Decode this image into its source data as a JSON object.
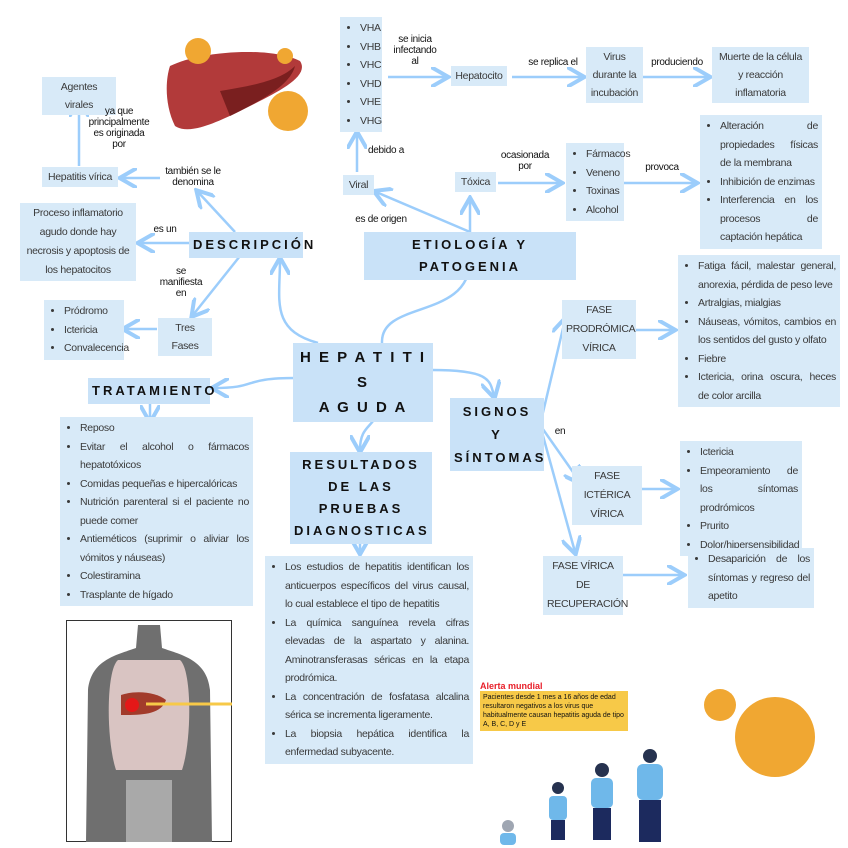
{
  "central": {
    "line1": "H E P A T I T I S",
    "line2": "A G U D A"
  },
  "descripcion": {
    "title": "DESCRIPCIÓN",
    "agentes": "Agentes virales",
    "ya_que": "ya que principalmente es originada por",
    "hepatitis_virica": "Hepatitis vírica",
    "tambien": "también se le denomina",
    "proceso": "Proceso inflamatorio agudo donde hay necrosis y apoptosis de los hepatocitos",
    "es_un": "es un",
    "se_manifiesta": "se manifiesta en",
    "tres_fases": "Tres Fases",
    "fases": [
      "Pródromo",
      "Ictericia",
      "Convalecencia"
    ]
  },
  "etiologia": {
    "title": "ETIOLOGÍA Y PATOGENIA",
    "virus": [
      "VHA",
      "VHB",
      "VHC",
      "VHD",
      "VHE",
      "VHG"
    ],
    "se_inicia": "se inicia infectando al",
    "hepatocito": "Hepatocito",
    "se_replica": "se replica el",
    "virus_incubacion": "Virus durante la incubación",
    "produciendo": "produciendo",
    "muerte": "Muerte de la célula y reacción inflamatoria",
    "debido": "debido a",
    "viral": "Viral",
    "es_de_origen": "es de origen",
    "toxica": "Tóxica",
    "ocasionada": "ocasionada por",
    "toxicos": [
      "Fármacos",
      "Veneno",
      "Toxinas",
      "Alcohol"
    ],
    "provoca": "provoca",
    "efectos": [
      "Alteración de propiedades físicas de la membrana",
      "Inhibición de enzimas",
      "Interferencia en los procesos de captación hepática"
    ]
  },
  "signos": {
    "title_1": "SIGNOS Y",
    "title_2": "SÍNTOMAS",
    "en": "en",
    "prodromica": "FASE PRODRÓMICA VÍRICA",
    "prodromica_items": [
      "Fatiga fácil, malestar general, anorexia, pérdida de peso leve",
      "Artralgias, mialgias",
      "Náuseas, vómitos, cambios en los sentidos del gusto y olfato",
      "Fiebre",
      "Ictericia, orina oscura, heces de color arcilla"
    ],
    "icterica": "FASE ICTÉRICA VÍRICA",
    "icterica_items": [
      "Ictericia",
      "Empeoramiento de los síntomas prodrómicos",
      "Prurito",
      "Dolor/hipersensibilidad"
    ],
    "recuperacion": "FASE VÍRICA DE RECUPERACIÓN",
    "recuperacion_items": [
      "Desaparición de los síntomas y regreso del apetito"
    ]
  },
  "tratamiento": {
    "title": "TRATAMIENTO",
    "items": [
      "Reposo",
      "Evitar el alcohol o fármacos hepatotóxicos",
      "Comidas pequeñas e hipercalóricas",
      "Nutrición parenteral si el paciente no puede comer",
      "Antieméticos (suprimir o aliviar los vómitos y náuseas)",
      "Colestiramina",
      "Trasplante de hígado"
    ]
  },
  "resultados": {
    "title": "RESULTADOS DE LAS PRUEBAS DIAGNOSTICAS",
    "items": [
      "Los estudios de hepatitis identifican los anticuerpos específicos del virus causal, lo cual establece el tipo de hepatitis",
      "La química sanguínea revela cifras elevadas de la aspartato y alanina. Aminotransferasas séricas en la etapa prodrómica.",
      "La concentración de fosfatasa alcalina sérica se incrementa ligeramente.",
      "La biopsia hepática identifica la enfermedad subyacente."
    ]
  },
  "alerta": {
    "title": "Alerta mundial",
    "text": "Pacientes desde 1 mes a 16 años de edad resultaron negativos a los virus que habitualmente causan hepatitis aguda de tipo A, B, C, D y E"
  },
  "colors": {
    "box": "#d8eaf8",
    "arrow": "#9ccdfb",
    "title_box": "#c9e2f8"
  }
}
